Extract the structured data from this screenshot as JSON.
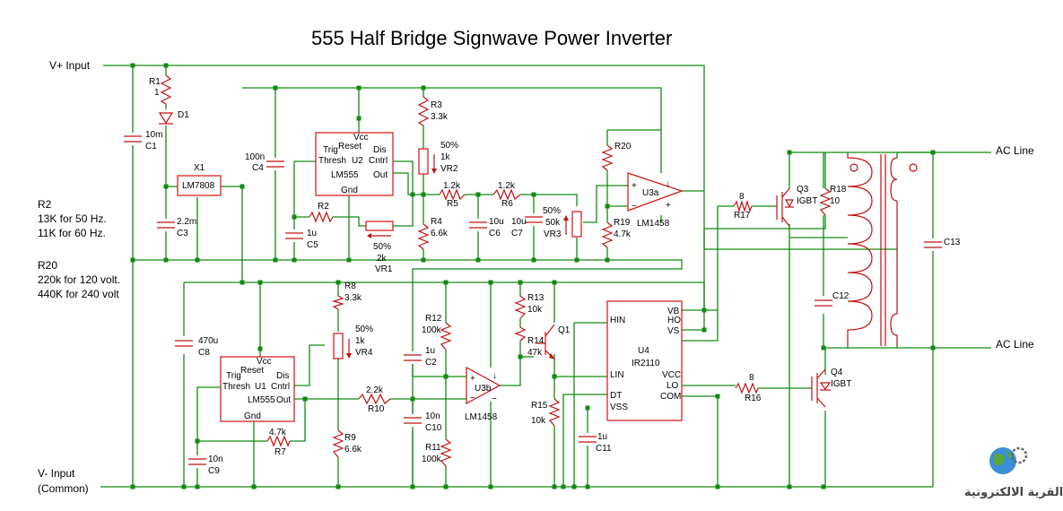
{
  "title": "555 Half Bridge Signwave Power Inverter",
  "terminals": {
    "v_plus": "V+ Input",
    "v_minus": "V- Input",
    "common": "(Common)",
    "ac_line_top": "AC Line",
    "ac_line_bottom": "AC Line"
  },
  "notes": {
    "r2_title": "R2",
    "r2_line1": "13K for 50 Hz.",
    "r2_line2": "11K for 60 Hz.",
    "r20_title": "R20",
    "r20_line1": "220k for 120 volt.",
    "r20_line2": "440K for 240 volt"
  },
  "components": {
    "R1": {
      "ref": "R1",
      "val": "1"
    },
    "D1": {
      "ref": "D1"
    },
    "C1": {
      "ref": "C1",
      "val": "10m"
    },
    "X1": {
      "ref": "X1",
      "val": "LM7808"
    },
    "C3": {
      "ref": "C3",
      "val": "2.2m"
    },
    "C4": {
      "ref": "C4",
      "val": "100n"
    },
    "U2": {
      "ref": "U2",
      "part": "LM555",
      "vcc": "Vcc",
      "reset": "Reset",
      "trig": "Trig",
      "thresh": "Thresh",
      "dis": "Dis",
      "cntrl": "Cntrl",
      "out": "Out",
      "gnd": "Gnd"
    },
    "R2": {
      "ref": "R2"
    },
    "C5": {
      "ref": "C5",
      "val": "1u"
    },
    "VR1": {
      "ref": "VR1",
      "val": "2k",
      "pct": "50%"
    },
    "R3": {
      "ref": "R3",
      "val": "3.3k"
    },
    "VR2": {
      "ref": "VR2",
      "val": "1k",
      "pct": "50%"
    },
    "R4": {
      "ref": "R4",
      "val": "6.6k"
    },
    "R5": {
      "ref": "R5",
      "val": "1.2k"
    },
    "R6": {
      "ref": "R6",
      "val": "1.2k"
    },
    "C6": {
      "ref": "C6",
      "val": "10u"
    },
    "C7": {
      "ref": "C7",
      "val": "10u"
    },
    "VR3": {
      "ref": "VR3",
      "val": "50k",
      "pct": "50%"
    },
    "R20": {
      "ref": "R20"
    },
    "R19": {
      "ref": "R19",
      "val": "4.7k"
    },
    "U3a": {
      "ref": "U3a",
      "part": "LM1458"
    },
    "R17": {
      "ref": "R17",
      "val": "8"
    },
    "Q3": {
      "ref": "Q3",
      "val": "IGBT"
    },
    "R18": {
      "ref": "R18",
      "val": "10"
    },
    "C13": {
      "ref": "C13"
    },
    "C12": {
      "ref": "C12"
    },
    "Q4": {
      "ref": "Q4",
      "val": "IGBT"
    },
    "R16": {
      "ref": "R16",
      "val": "8"
    },
    "C8": {
      "ref": "C8",
      "val": "470u"
    },
    "U1": {
      "ref": "U1",
      "part": "LM555",
      "vcc": "Vcc",
      "reset": "Reset",
      "trig": "Trig",
      "thresh": "Thresh",
      "dis": "Dis",
      "cntrl": "Cntrl",
      "out": "Out",
      "gnd": "Gnd"
    },
    "C9": {
      "ref": "C9",
      "val": "10n"
    },
    "R7": {
      "ref": "R7",
      "val": "4.7k"
    },
    "R8": {
      "ref": "R8",
      "val": "3.3k"
    },
    "VR4": {
      "ref": "VR4",
      "val": "1k",
      "pct": "50%"
    },
    "R9": {
      "ref": "R9",
      "val": "6.6k"
    },
    "R10": {
      "ref": "R10",
      "val": "2.2k"
    },
    "R12": {
      "ref": "R12",
      "val": "100k"
    },
    "C2": {
      "ref": "C2",
      "val": "1u"
    },
    "C10": {
      "ref": "C10",
      "val": "10n"
    },
    "R11": {
      "ref": "R11",
      "val": "100k"
    },
    "U3b": {
      "ref": "U3b",
      "part": "LM1458"
    },
    "R13": {
      "ref": "R13",
      "val": "10k"
    },
    "R14": {
      "ref": "R14",
      "val": "47k"
    },
    "Q1": {
      "ref": "Q1"
    },
    "R15": {
      "ref": "R15",
      "val": "10k"
    },
    "U4": {
      "ref": "U4",
      "part": "IR2110",
      "hin": "HIN",
      "lin": "LIN",
      "dt": "DT",
      "vss": "VSS",
      "vb": "VB",
      "ho": "HO",
      "vs": "VS",
      "vcc": "VCC",
      "lo": "LO",
      "com": "COM"
    },
    "C11": {
      "ref": "C11",
      "val": "1u"
    }
  },
  "opamp_pins": {
    "plus": "+",
    "minus": "−",
    "supply": "↓"
  },
  "logo": {
    "text": "القرية الالكترونية",
    "icon": "globe-gear-icon"
  }
}
